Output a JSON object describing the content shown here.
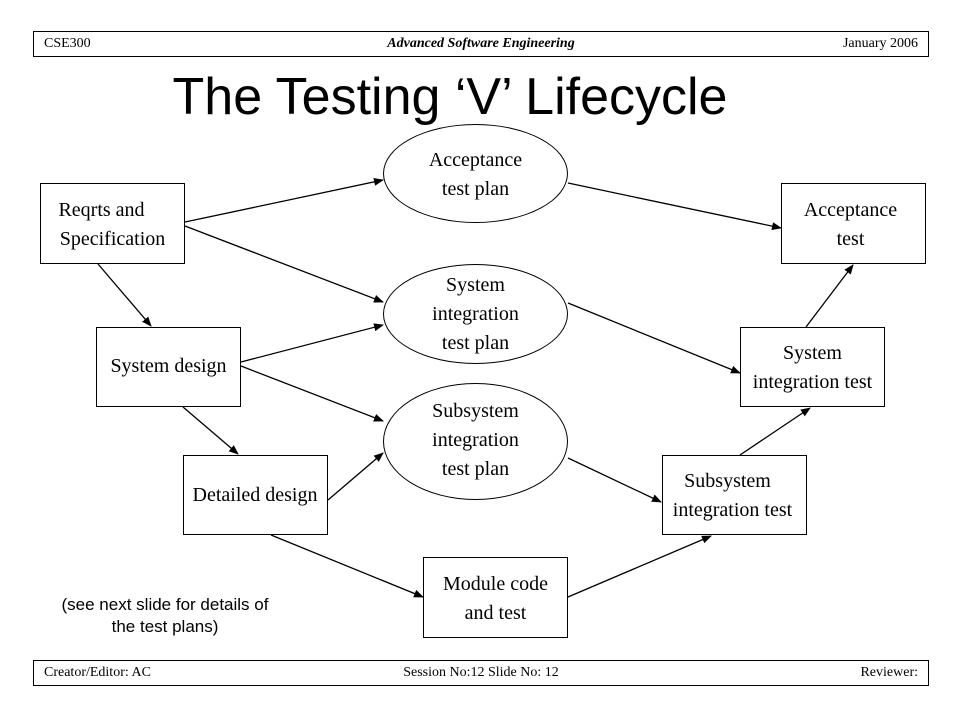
{
  "header": {
    "course": "CSE300",
    "subject": "Advanced Software Engineering",
    "date": "January 2006"
  },
  "title": "The Testing ‘V’ Lifecycle",
  "nodes": {
    "reqs": [
      "Reqrts and",
      "Specification"
    ],
    "system_design": [
      "System design"
    ],
    "detailed_design": [
      "Detailed design"
    ],
    "acceptance_plan": [
      "Acceptance",
      "test plan"
    ],
    "sysint_plan": [
      "System",
      "integration",
      "test plan"
    ],
    "subint_plan": [
      "Subsystem",
      "integration",
      "test plan"
    ],
    "module": [
      "Module code",
      "and test"
    ],
    "acceptance_test": [
      "Acceptance",
      "test"
    ],
    "sysint_test": [
      "System",
      "integration test"
    ],
    "subint_test": [
      "Subsystem",
      "integration test"
    ]
  },
  "note": [
    "(see next slide for details of",
    "the test plans)"
  ],
  "footer": {
    "creator": "Creator/Editor: AC",
    "session": "Session No:12  Slide No: 12",
    "reviewer": "Reviewer:"
  }
}
